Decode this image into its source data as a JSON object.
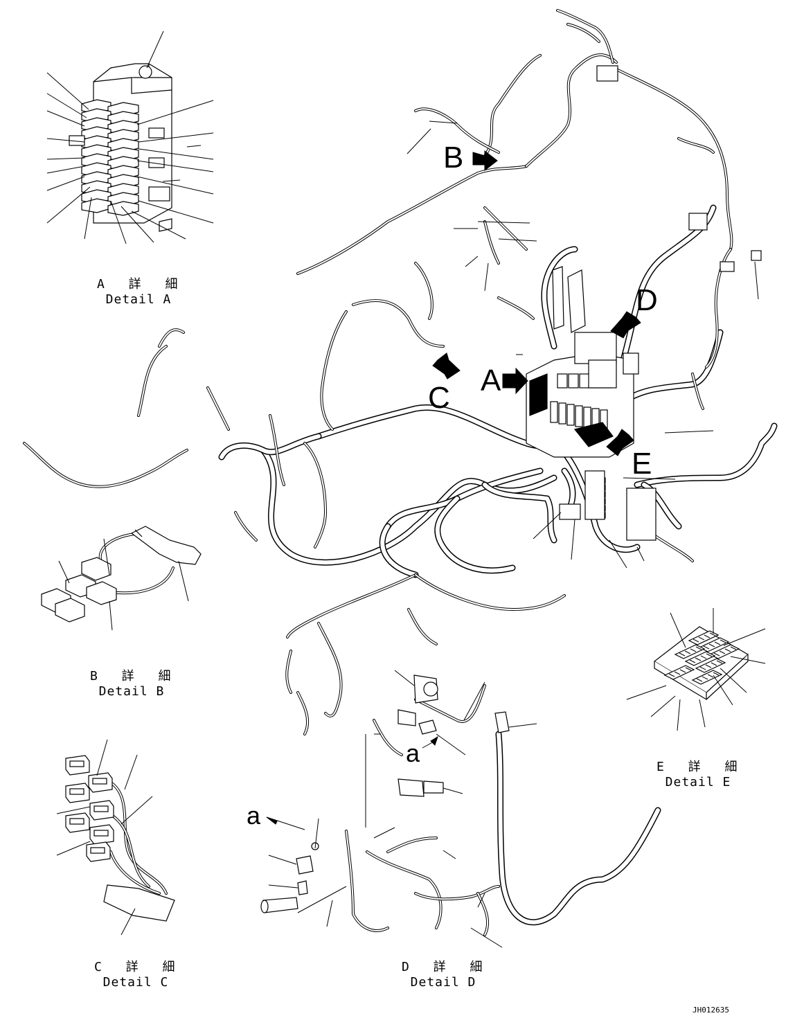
{
  "callouts": {
    "a": "A",
    "b": "B",
    "c": "C",
    "d": "D",
    "e": "E",
    "small_a_upper": "a",
    "small_a_lower": "a"
  },
  "details": {
    "a": {
      "jp": "A 詳 細",
      "en": "Detail A"
    },
    "b": {
      "jp": "B 詳 細",
      "en": "Detail B"
    },
    "c": {
      "jp": "C 詳 細",
      "en": "Detail C"
    },
    "d": {
      "jp": "D 詳 細",
      "en": "Detail D"
    },
    "e": {
      "jp": "E 詳 細",
      "en": "Detail E"
    }
  },
  "drawing_number": "JH012635"
}
